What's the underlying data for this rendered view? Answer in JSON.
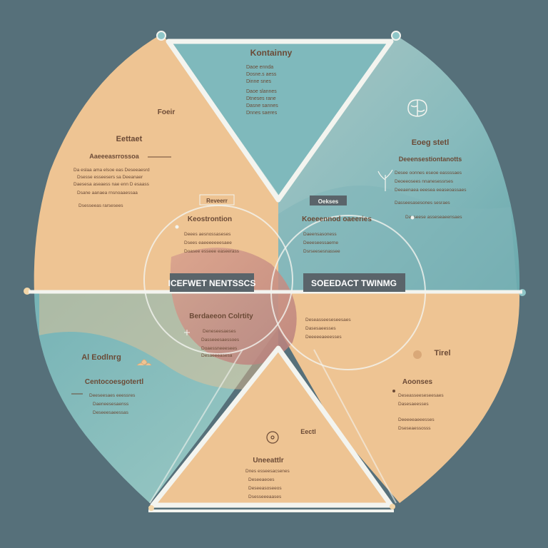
{
  "colors": {
    "background": "#56707a",
    "peach": "#eec493",
    "teal": "#7fb9bc",
    "rose": "#c98f86",
    "line": "#f3f4ef",
    "text": "#6b4a36"
  },
  "top_triangle": {
    "title": "Kontainny",
    "lines_a": [
      "Daoe ennda",
      "Dosne.s aess",
      "Dinne snes"
    ],
    "lines_b": [
      "Daoe slannes",
      "Dtneses rane",
      "Dasne sannes",
      "Dnnes saeres"
    ]
  },
  "left_upper": {
    "tag": "Foeir",
    "title": "Eettaet",
    "subtitle": "Aaeeeasrrossoa",
    "bullets": [
      "Da eslaa ama elsoe eas Deseeaesrd",
      "Dsesse esseesers sa Deeanaer",
      "Daesesa aseaess nae enn D esaass",
      "Dsane aanaea rnsnoaaessaa",
      "Dsesseeas rarsesees"
    ]
  },
  "right_upper": {
    "title": "Eoeg stetl",
    "subtitle": "Deeensestiontanotts",
    "bullets": [
      "Desee oonnes eseoe eassssaes",
      "Deoeeosees nnanesessrses",
      "Deeaenaea eeesea eeaseoassaes",
      "Dasseesasesones sesraes",
      "Dasseese asseseaeensaes"
    ]
  },
  "center_left": {
    "badge": "Reveerr",
    "title": "Keostrontion",
    "lines": [
      "Deees aesnossaseses",
      "Dsees eaeeeeeeesaee",
      "Doasee esseee easeerass"
    ]
  },
  "center_right": {
    "badge": "Oekses",
    "title": "Koeeennod oaeeries",
    "lines": [
      "Daeensasoness",
      "Deeeseessaerne",
      "Dsrseesesnassee"
    ]
  },
  "labels": {
    "left": "ICEFWET NENTSSCS",
    "right": "SOEEDACT TWINMG"
  },
  "center_lower": {
    "title": "Berdaeeon Colrtity",
    "lines": [
      "Deneseesaeses",
      "Dasseeesaessoes",
      "Doaessneeesees",
      "Desaeeeasesa"
    ]
  },
  "left_lower": {
    "tag": "Al Eodlnrg",
    "subtitle": "Centocoesgotertl",
    "lines": [
      "Deeseesaes eeessres",
      "Daeneesesaenss",
      "Deseeesaeessas"
    ]
  },
  "right_lower": {
    "tag": "Tirel",
    "subtitle": "Aoonses",
    "lines": [
      "Deseasseeseseesaes",
      "Dasesaeesses",
      "Deeeeeaeeesses",
      "Dseseaessosss"
    ]
  },
  "bottom_triangle": {
    "tag": "Eectl",
    "title": "Uneeattlr",
    "lines": [
      "Dnes esseesacsenes",
      "Deseeaeoes",
      "Deseeasoseeos",
      "Dsesseeeaases"
    ]
  }
}
